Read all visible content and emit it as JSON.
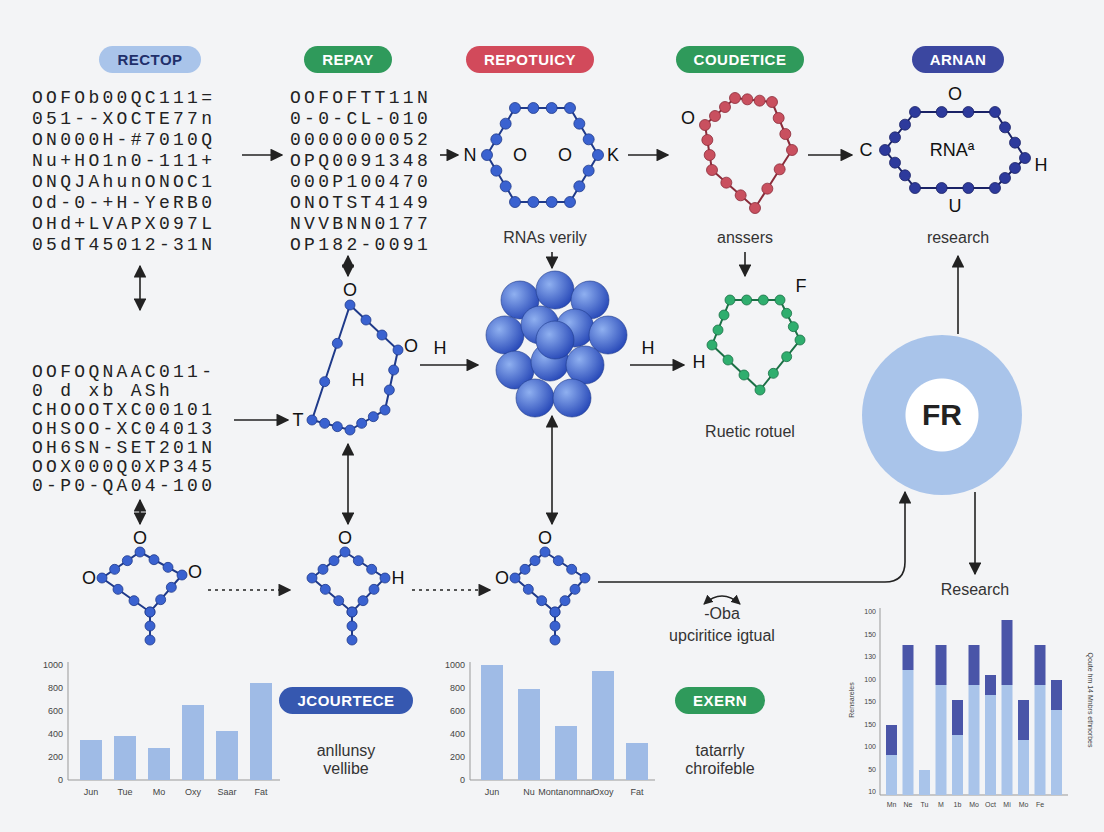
{
  "diagram": {
    "nodes": [
      {
        "text": [
          "RECTOP"
        ]
      },
      {
        "text": [
          "REPAY"
        ]
      },
      {
        "text": [
          "REPOTUICY"
        ]
      },
      {
        "text": [
          "COUDETICE"
        ]
      },
      {
        "text": [
          "ARNAN"
        ]
      },
      {
        "text": [
          "FR"
        ]
      },
      {
        "text": [
          "JCOURTECE"
        ]
      },
      {
        "text": [
          "EXERN"
        ]
      }
    ],
    "labels": [
      "OOFOb00QC111=",
      "051--XOCTE77n",
      "ON000H-#7010Q",
      "Nu+HO1n0-111+",
      "ONQJAhunONOC1",
      "Od-0-+H-YeRB0",
      "OHd+LVAPX097L",
      "05dT45012-31N",
      "OOFOFTT11N",
      "0-0-CL-010",
      "0000000052",
      "OPQ0091348",
      "000P100470",
      "ONOTST4149",
      "NVVBNN0177",
      "OP182-0091",
      "N",
      "O",
      "O",
      "K",
      "RNAs verily",
      "O",
      "anssers",
      "O",
      "C",
      "RNAª",
      "H",
      "U",
      "research",
      "OOFOQNAAC011-",
      "0 d xb ASh",
      "CHOOOTXC00101",
      "OHSOO-XC04013",
      "OH6SN-SET201N",
      "OOX000Q0XP345",
      "0-P0-QA04-100",
      "O",
      "T",
      "O",
      "H",
      "H",
      "H",
      "H",
      "F",
      "Ruetic rotuel",
      "O",
      "O",
      "O",
      "O",
      "H",
      "O",
      "O",
      "-Oba",
      "upciritice igtual",
      "Research",
      "anllunsy vellibe",
      "tatarrly chroifeble",
      "1000",
      "800",
      "600",
      "400",
      "200",
      "0",
      "Jun",
      "Tue",
      "Mo",
      "Oxy",
      "Saar",
      "Fat",
      "1000",
      "800",
      "600",
      "400",
      "200",
      "0",
      "Jun",
      "Nu",
      "Montanomnar",
      "Oxoy",
      "Fat",
      "100",
      "150",
      "130",
      "100",
      "150",
      "150",
      "100",
      "50",
      "10",
      "Mn",
      "Ne",
      "Tu",
      "M",
      "1b",
      "Mo",
      "Oct",
      "Mi",
      "Mo",
      "Fe",
      "Rensareles",
      "Qoute hm 14 Mnbrs ethnorbes"
    ]
  }
}
